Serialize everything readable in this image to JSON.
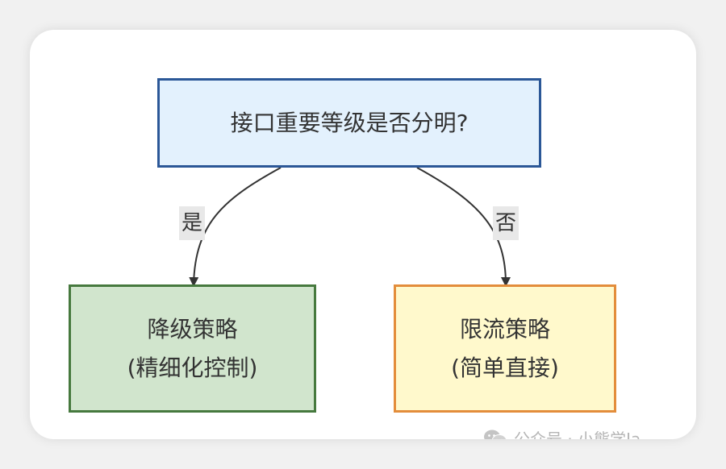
{
  "diagram": {
    "question": "接口重要等级是否分明?",
    "yes_label": "是",
    "no_label": "否",
    "left_node": {
      "line1": "降级策略",
      "line2": "(精细化控制)"
    },
    "right_node": {
      "line1": "限流策略",
      "line2": "(简单直接)"
    }
  },
  "watermark": {
    "icon": "wechat-icon",
    "text": "公众号 · 小熊学Ja"
  },
  "colors": {
    "question_fill": "#e3f1fd",
    "question_border": "#2b5797",
    "left_fill": "#d1e5cd",
    "left_border": "#46793e",
    "right_fill": "#fff9cc",
    "right_border": "#e38d3b",
    "edge": "#333333"
  }
}
